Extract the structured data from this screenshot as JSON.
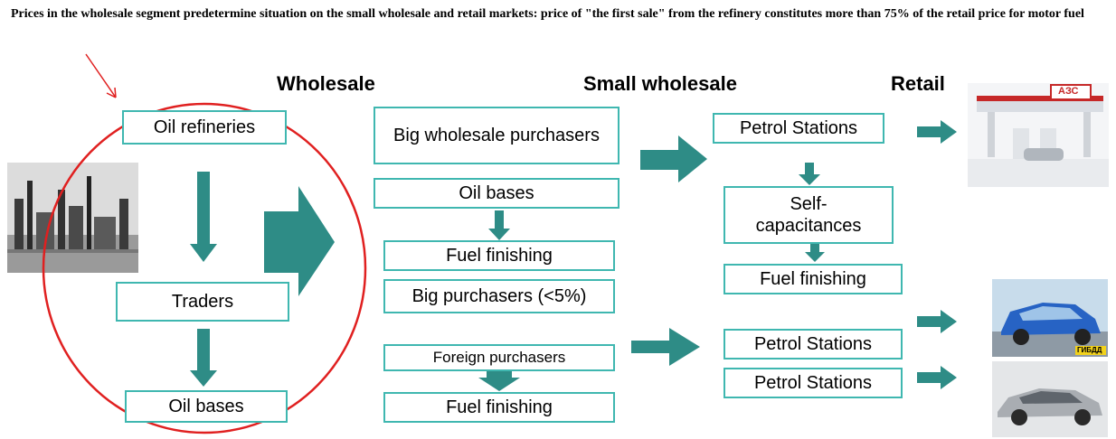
{
  "intro_text": "Prices in the wholesale segment predetermine situation on the small wholesale and retail markets: price of \"the first sale\" from the refinery constitutes more than 75% of the retail price for motor fuel",
  "headers": {
    "wholesale": "Wholesale",
    "small_wholesale": "Small wholesale",
    "retail": "Retail"
  },
  "left_column": {
    "oil_refineries": "Oil refineries",
    "traders": "Traders",
    "oil_bases": "Oil bases"
  },
  "wholesale_column": {
    "big_wholesale_purchasers": "Big wholesale purchasers",
    "oil_bases": "Oil bases",
    "fuel_finishing": "Fuel finishing",
    "big_purchasers": "Big purchasers (<5%)",
    "foreign_purchasers": "Foreign purchasers",
    "fuel_finishing_2": "Fuel finishing"
  },
  "small_wholesale_column": {
    "petrol_stations": "Petrol Stations",
    "self_capacitances": "Self-capacitances",
    "fuel_finishing": "Fuel finishing",
    "petrol_stations_2": "Petrol Stations",
    "petrol_stations_3": "Petrol Stations"
  },
  "station_sign": "АЗС",
  "car_sticker": "ГИБДД",
  "colors": {
    "box_border": "#3fb7b0",
    "arrow_fill": "#2e8c86",
    "ellipse": "#e02020"
  }
}
